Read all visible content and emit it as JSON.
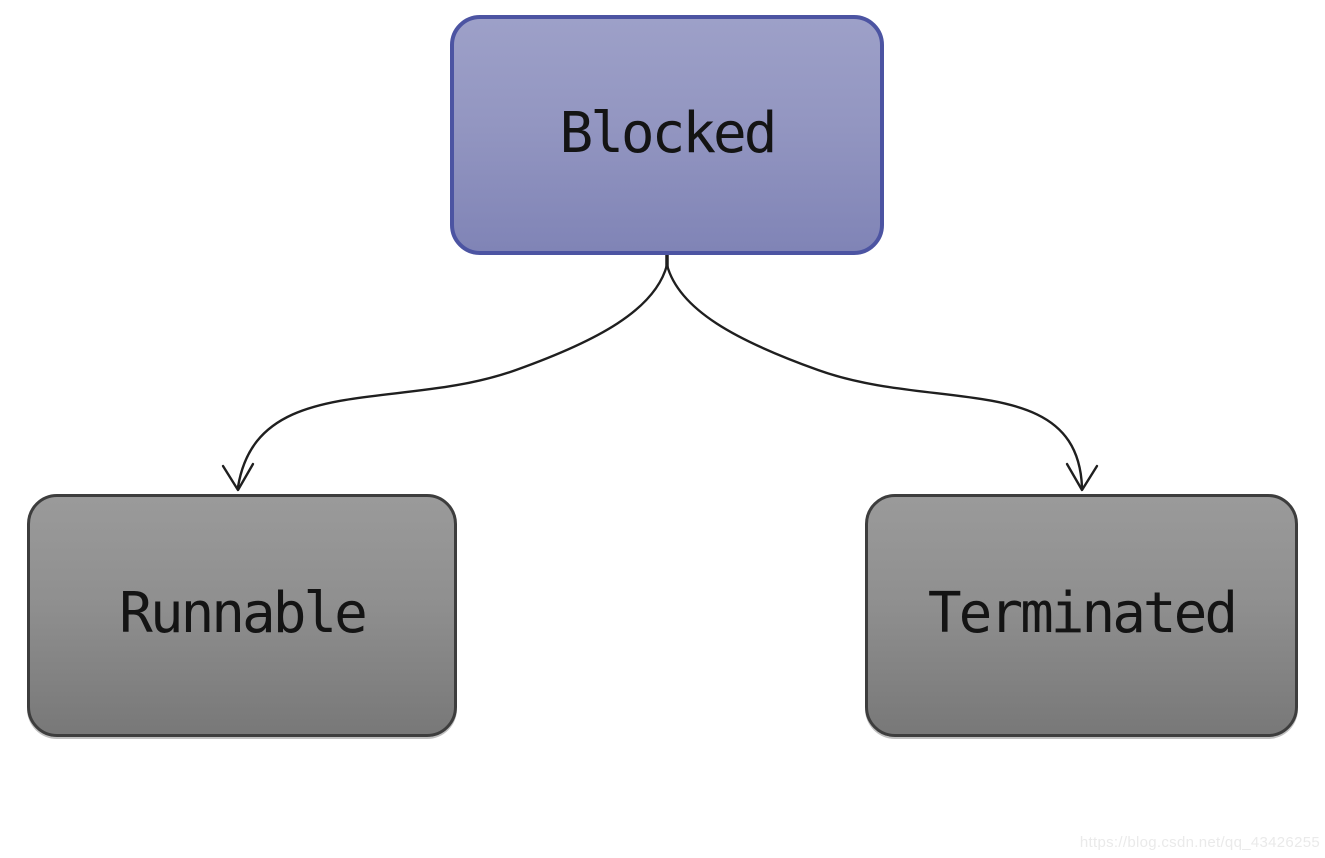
{
  "diagram": {
    "title_hint": "thread-state-diagram",
    "nodes": [
      {
        "id": "blocked",
        "label": "Blocked",
        "fill_top": "#9da0c8",
        "fill_bottom": "#8084b6",
        "border_color": "#4c54a2",
        "text_color": "#141414"
      },
      {
        "id": "runnable",
        "label": "Runnable",
        "fill_top": "#9a9a9a",
        "fill_bottom": "#787878",
        "border_color": "#3d3d3d",
        "text_color": "#141414"
      },
      {
        "id": "terminated",
        "label": "Terminated",
        "fill_top": "#9a9a9a",
        "fill_bottom": "#787878",
        "border_color": "#3d3d3d",
        "text_color": "#141414"
      }
    ],
    "edges": [
      {
        "from": "Blocked",
        "to": "Runnable",
        "style": "curved-arrow"
      },
      {
        "from": "Blocked",
        "to": "Terminated",
        "style": "curved-arrow"
      }
    ],
    "edge_color": "#1f1f1f"
  },
  "watermark": {
    "text": "https://blog.csdn.net/qq_43426255",
    "color": "#eaeaea"
  }
}
